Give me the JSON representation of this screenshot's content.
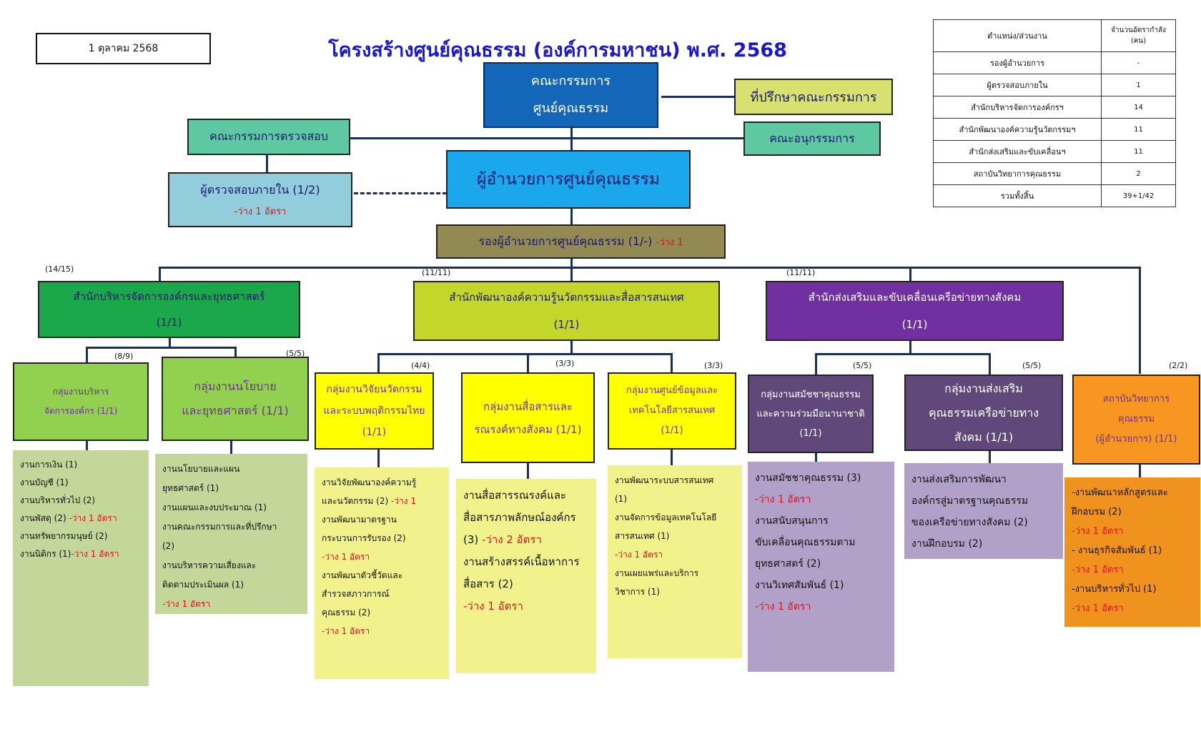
{
  "date": "1 ตุลาคม 2568",
  "title": "โครงสร้างศูนย์คุณธรรม (องค์การมหาชน) พ.ศ. 2568",
  "board": {
    "line1": "คณะกรรมการ",
    "line2": "ศูนย์คุณธรรม"
  },
  "advisor": "ที่ปรึกษาคณะกรรมการ",
  "audit_committee": "คณะกรรมการตรวจสอบ",
  "subcommittee": "คณะอนุกรรมการ",
  "director": "ผู้อำนวยการศูนย์คุณธรรม",
  "internal_auditor": {
    "label": "ผู้ตรวจสอบภายใน  (1/2)",
    "vacancy": "-ว่าง 1 อัตรา"
  },
  "deputy": {
    "label": "รองผู้อำนวยการศูนย์คุณธรรม  (1/-)",
    "vacancy": "-ว่าง 1"
  },
  "offices": [
    {
      "count": "(14/15)",
      "name": "สำนักบริหารจัดการองค์กรและยุทธศาสตร์",
      "ratio": "(1/1)",
      "color": "#1aa84a"
    },
    {
      "count": "(11/11)",
      "name": "สำนักพัฒนาองค์ความรู้นวัตกรรมและสื่อสารสนเทศ",
      "ratio": "(1/1)",
      "color": "#c4d62a"
    },
    {
      "count": "(11/11)",
      "name": "สำนักส่งเสริมและขับเคลื่อนเครือข่ายทางสังคม",
      "ratio": "(1/1)",
      "color": "#7030a0"
    }
  ],
  "groups": [
    {
      "count": "(8/9)",
      "lines": [
        "กลุ่มงานบริหาร",
        "จัดการองค์กร (1/1)"
      ]
    },
    {
      "count": "(5/5)",
      "lines": [
        "กลุ่มงานนโยบาย",
        "และยุทธศาสตร์ (1/1)"
      ]
    },
    {
      "count": "(4/4)",
      "lines": [
        "กลุ่มงานวิจัยนวัตกรรม",
        "และระบบพฤติกรรมไทย",
        "(1/1)"
      ]
    },
    {
      "count": "(3/3)",
      "lines": [
        "กลุ่มงานสื่อสารและ",
        "รณรงค์ทางสังคม (1/1)"
      ]
    },
    {
      "count": "(3/3)",
      "lines": [
        "กลุ่มงานศูนย์ข้อมูลและ",
        "เทคโนโลยีสารสนเทศ",
        "(1/1)"
      ]
    },
    {
      "count": "(5/5)",
      "lines": [
        "กลุ่มงานสมัชชาคุณธรรม",
        "และความร่วมมือนานาชาติ",
        "(1/1)"
      ]
    },
    {
      "count": "(5/5)",
      "lines": [
        "กลุ่มงานส่งเสริม",
        "คุณธรรมเครือข่ายทาง",
        "สังคม (1/1)"
      ]
    },
    {
      "count": "(2/2)",
      "lines": [
        "สถาบันวิทยาการ",
        "คุณธรรม",
        "(ผู้อำนวยการ) (1/1)"
      ]
    }
  ],
  "tasks": [
    [
      [
        "งานการเงิน (1)"
      ],
      [
        "งานบัญชี (1)"
      ],
      [
        "งานบริหารทั่วไป (2)"
      ],
      [
        "งานพัสดุ (2) ",
        "-ว่าง 1 อัตรา"
      ],
      [
        "งานทรัพยากรมนุษย์ (2)"
      ],
      [
        "งานนิติกร (1)",
        "-ว่าง 1 อัตรา"
      ]
    ],
    [
      [
        "งานนโยบายและแผน"
      ],
      [
        "ยุทธศาสตร์ (1)"
      ],
      [
        "งานแผนและงบประมาณ (1)"
      ],
      [
        "งานคณะกรรมการและที่ปรึกษา"
      ],
      [
        "(2)"
      ],
      [
        "งานบริหารความเสี่ยงและ"
      ],
      [
        "ติดตามประเมินผล (1)"
      ],
      [
        "",
        "-ว่าง 1 อัตรา"
      ]
    ],
    [
      [
        "งานวิจัยพัฒนาองค์ความรู้"
      ],
      [
        "และนวัตกรรม (2) ",
        "-ว่าง 1"
      ],
      [
        "งานพัฒนามาตรฐาน"
      ],
      [
        "กระบวนการรับรอง (2)"
      ],
      [
        "",
        "-ว่าง 1 อัตรา"
      ],
      [
        "งานพัฒนาตัวชี้วัดและ"
      ],
      [
        "สำรวจสภาวการณ์"
      ],
      [
        "คุณธรรม (2)"
      ],
      [
        "",
        "-ว่าง 1 อัตรา"
      ]
    ],
    [
      [
        "งานสื่อสารรณรงค์และ"
      ],
      [
        "สื่อสารภาพลักษณ์องค์กร"
      ],
      [
        "(3) ",
        "-ว่าง 2 อัตรา"
      ],
      [
        "งานสร้างสรรค์เนื้อหาการ"
      ],
      [
        "สื่อสาร (2)"
      ],
      [
        "",
        "-ว่าง 1 อัตรา"
      ]
    ],
    [
      [
        "งานพัฒนาระบบสารสนเทศ"
      ],
      [
        "(1)"
      ],
      [
        "งานจัดการข้อมูลเทคโนโลยี"
      ],
      [
        "สารสนเทศ (1)"
      ],
      [
        "",
        "-ว่าง 1 อัตรา"
      ],
      [
        "งานเผยแพร่และบริการ"
      ],
      [
        "วิชาการ (1)"
      ]
    ],
    [
      [
        "งานสมัชชาคุณธรรม (3)"
      ],
      [
        "",
        "-ว่าง 1 อัตรา"
      ],
      [
        "งานสนับสนุนการ"
      ],
      [
        "ขับเคลื่อนคุณธรรมตาม"
      ],
      [
        "ยุทธศาสตร์ (2)"
      ],
      [
        "งานวิเทศสัมพันธ์ (1)"
      ],
      [
        "",
        "-ว่าง 1 อัตรา"
      ]
    ],
    [
      [
        "งานส่งเสริมการพัฒนา"
      ],
      [
        "องค์กรสู่มาตรฐานคุณธรรม"
      ],
      [
        "ของเครือข่ายทางสังคม (2)"
      ],
      [
        "งานฝึกอบรม (2)"
      ]
    ],
    [
      [
        "-งานพัฒนาหลักสูตรและ"
      ],
      [
        "ฝึกอบรม (2)"
      ],
      [
        "",
        " -ว่าง 1 อัตรา"
      ],
      [
        " - งานธุรกิจสัมพันธ์ (1)"
      ],
      [
        "",
        "-ว่าง 1 อัตรา"
      ],
      [
        " -งานบริหารทั่วไป (1)"
      ],
      [
        "",
        "-ว่าง 1 อัตรา"
      ]
    ]
  ],
  "table": {
    "headers": [
      "ตำแหน่ง/ส่วนงาน",
      "จำนวนอัตรากำลัง (คน)"
    ],
    "rows": [
      [
        "รองผู้อำนวยการ",
        "-"
      ],
      [
        "ผู้ตรวจสอบภายใน",
        "1"
      ],
      [
        "สำนักบริหารจัดการองค์กรฯ",
        "14"
      ],
      [
        "สำนักพัฒนาองค์ความรู้นวัตกรรมฯ",
        "11"
      ],
      [
        "สำนักส่งเสริมและขับเคลื่อนฯ",
        "11"
      ],
      [
        "สถาบันวิทยาการคุณธรรม",
        "2"
      ],
      [
        "รวมทั้งสิ้น",
        "39+1/42"
      ]
    ]
  }
}
